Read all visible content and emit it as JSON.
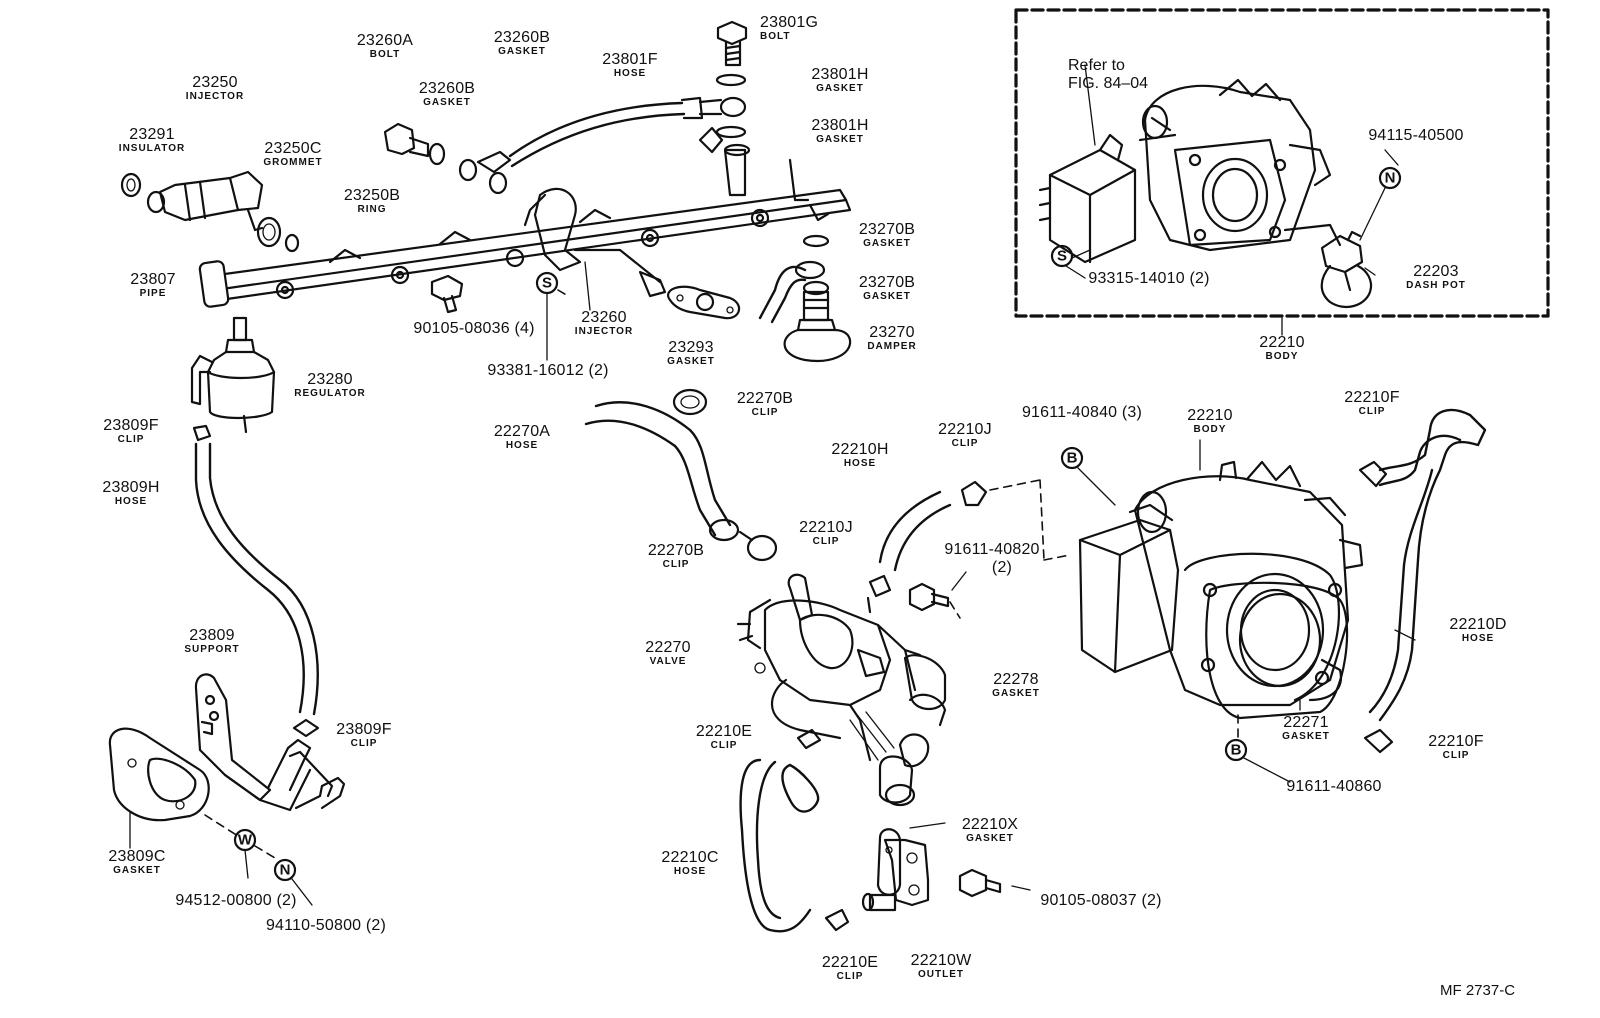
{
  "labels": {
    "l23260A": {
      "pn": "23260A",
      "nm": "BOLT"
    },
    "l23260B_top": {
      "pn": "23260B",
      "nm": "GASKET"
    },
    "l23801G": {
      "pn": "23801G",
      "nm": "BOLT"
    },
    "l23250": {
      "pn": "23250",
      "nm": "INJECTOR"
    },
    "l23801F": {
      "pn": "23801F",
      "nm": "HOSE"
    },
    "l23801H_a": {
      "pn": "23801H",
      "nm": "GASKET"
    },
    "l23260B_mid": {
      "pn": "23260B",
      "nm": "GASKET"
    },
    "l23291": {
      "pn": "23291",
      "nm": "INSULATOR"
    },
    "l23250C": {
      "pn": "23250C",
      "nm": "GROMMET"
    },
    "l23801H_b": {
      "pn": "23801H",
      "nm": "GASKET"
    },
    "l23250B": {
      "pn": "23250B",
      "nm": "RING"
    },
    "l23270B_a": {
      "pn": "23270B",
      "nm": "GASKET"
    },
    "l23807": {
      "pn": "23807",
      "nm": "PIPE"
    },
    "l23270B_b": {
      "pn": "23270B",
      "nm": "GASKET"
    },
    "l90105_08036": {
      "pn": "90105-08036 (4)",
      "nm": ""
    },
    "l23260": {
      "pn": "23260",
      "nm": "INJECTOR"
    },
    "l23270": {
      "pn": "23270",
      "nm": "DAMPER"
    },
    "l23293": {
      "pn": "23293",
      "nm": "GASKET"
    },
    "l93381": {
      "pn": "93381-16012 (2)",
      "nm": ""
    },
    "l23280": {
      "pn": "23280",
      "nm": "REGULATOR"
    },
    "l23809F_top": {
      "pn": "23809F",
      "nm": "CLIP"
    },
    "l23809H": {
      "pn": "23809H",
      "nm": "HOSE"
    },
    "l22270B_top": {
      "pn": "22270B",
      "nm": "CLIP"
    },
    "l22270A": {
      "pn": "22270A",
      "nm": "HOSE"
    },
    "l22210H": {
      "pn": "22210H",
      "nm": "HOSE"
    },
    "l22210J_a": {
      "pn": "22210J",
      "nm": "CLIP"
    },
    "l91611_40840": {
      "pn": "91611-40840 (3)",
      "nm": ""
    },
    "l22210_body": {
      "pn": "22210",
      "nm": "BODY"
    },
    "l22210F_top": {
      "pn": "22210F",
      "nm": "CLIP"
    },
    "l22270B_mid": {
      "pn": "22270B",
      "nm": "CLIP"
    },
    "l22210J_b": {
      "pn": "22210J",
      "nm": "CLIP"
    },
    "l91611_40820": {
      "pn": "91611-40820",
      "nm": ""
    },
    "l91611_40820_q": {
      "pn": "(2)",
      "nm": ""
    },
    "l23809": {
      "pn": "23809",
      "nm": "SUPPORT"
    },
    "l22270": {
      "pn": "22270",
      "nm": "VALVE"
    },
    "l22210D": {
      "pn": "22210D",
      "nm": "HOSE"
    },
    "l22278": {
      "pn": "22278",
      "nm": "GASKET"
    },
    "l22271": {
      "pn": "22271",
      "nm": "GASKET"
    },
    "l23809F_bot": {
      "pn": "23809F",
      "nm": "CLIP"
    },
    "l22210E_a": {
      "pn": "22210E",
      "nm": "CLIP"
    },
    "l22210F_bot": {
      "pn": "22210F",
      "nm": "CLIP"
    },
    "l91611_40860": {
      "pn": "91611-40860",
      "nm": ""
    },
    "l23809C": {
      "pn": "23809C",
      "nm": "GASKET"
    },
    "l22210X": {
      "pn": "22210X",
      "nm": "GASKET"
    },
    "l22210C": {
      "pn": "22210C",
      "nm": "HOSE"
    },
    "l94512": {
      "pn": "94512-00800 (2)",
      "nm": ""
    },
    "l90105_08037": {
      "pn": "90105-08037 (2)",
      "nm": ""
    },
    "l94110": {
      "pn": "94110-50800 (2)",
      "nm": ""
    },
    "l22210E_b": {
      "pn": "22210E",
      "nm": "CLIP"
    },
    "l22210W": {
      "pn": "22210W",
      "nm": "OUTLET"
    },
    "l94115": {
      "pn": "94115-40500",
      "nm": ""
    },
    "l93315": {
      "pn": "93315-14010 (2)",
      "nm": ""
    },
    "l22203": {
      "pn": "22203",
      "nm": "DASH POT"
    },
    "l22210_inset": {
      "pn": "22210",
      "nm": "BODY"
    }
  },
  "inset": {
    "refer_line1": "Refer to",
    "refer_line2": "FIG. 84–04"
  },
  "symbols": {
    "s": "S",
    "n": "N",
    "b": "B",
    "w": "W"
  },
  "code": "MF  2737-C"
}
